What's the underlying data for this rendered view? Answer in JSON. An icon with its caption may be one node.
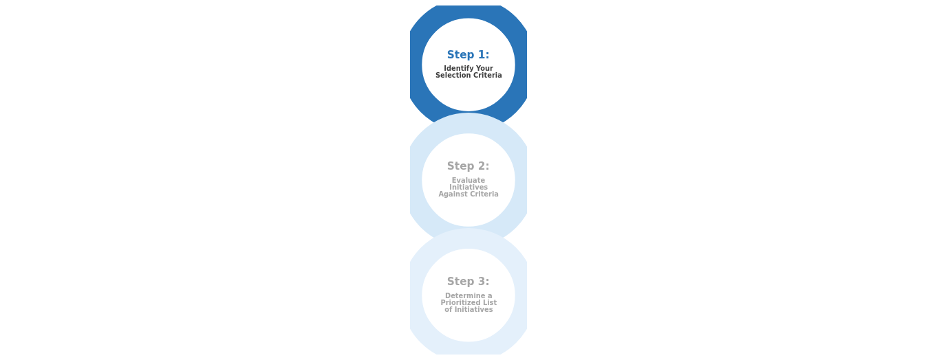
{
  "diagram": {
    "nodes": [
      {
        "text": [
          "Step 1:",
          "Identify Your Selection Criteria"
        ]
      },
      {
        "text": [
          "Step 2:",
          "Evaluate Initiatives Against Criteria"
        ]
      },
      {
        "text": [
          "Step 3:",
          "Determine a Prioritized List of Initiatives"
        ]
      }
    ]
  }
}
